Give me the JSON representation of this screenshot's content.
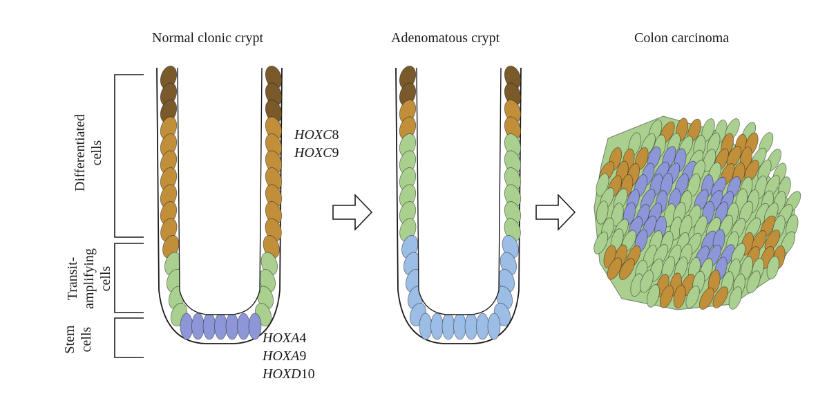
{
  "titles": {
    "normal": "Normal clonic crypt",
    "adenomatous": "Adenomatous crypt",
    "carcinoma": "Colon carcinoma"
  },
  "side_labels": {
    "differentiated_1": "Differentiated",
    "differentiated_2": "cells",
    "transit_1": "Transit-",
    "transit_2": "amplifying",
    "transit_3": "cells",
    "stem_1": "Stem",
    "stem_2": "cells"
  },
  "genes_upper": [
    {
      "prefix": "HOX",
      "italic": "C",
      "num": "8"
    },
    {
      "prefix": "HOX",
      "italic": "C",
      "num": "9"
    }
  ],
  "genes_lower": [
    {
      "prefix": "HOX",
      "italic": "A",
      "num": "4"
    },
    {
      "prefix": "HOX",
      "italic": "A",
      "num": "9"
    },
    {
      "prefix": "HOX",
      "italic": "D",
      "num": "10"
    }
  ],
  "colors": {
    "dark_brown": "#7a5a2a",
    "gold": "#c18f3a",
    "green": "#a9d08e",
    "light_blue": "#9bbde6",
    "purple_blue": "#8d96d6",
    "outline": "#1a1a1a"
  }
}
